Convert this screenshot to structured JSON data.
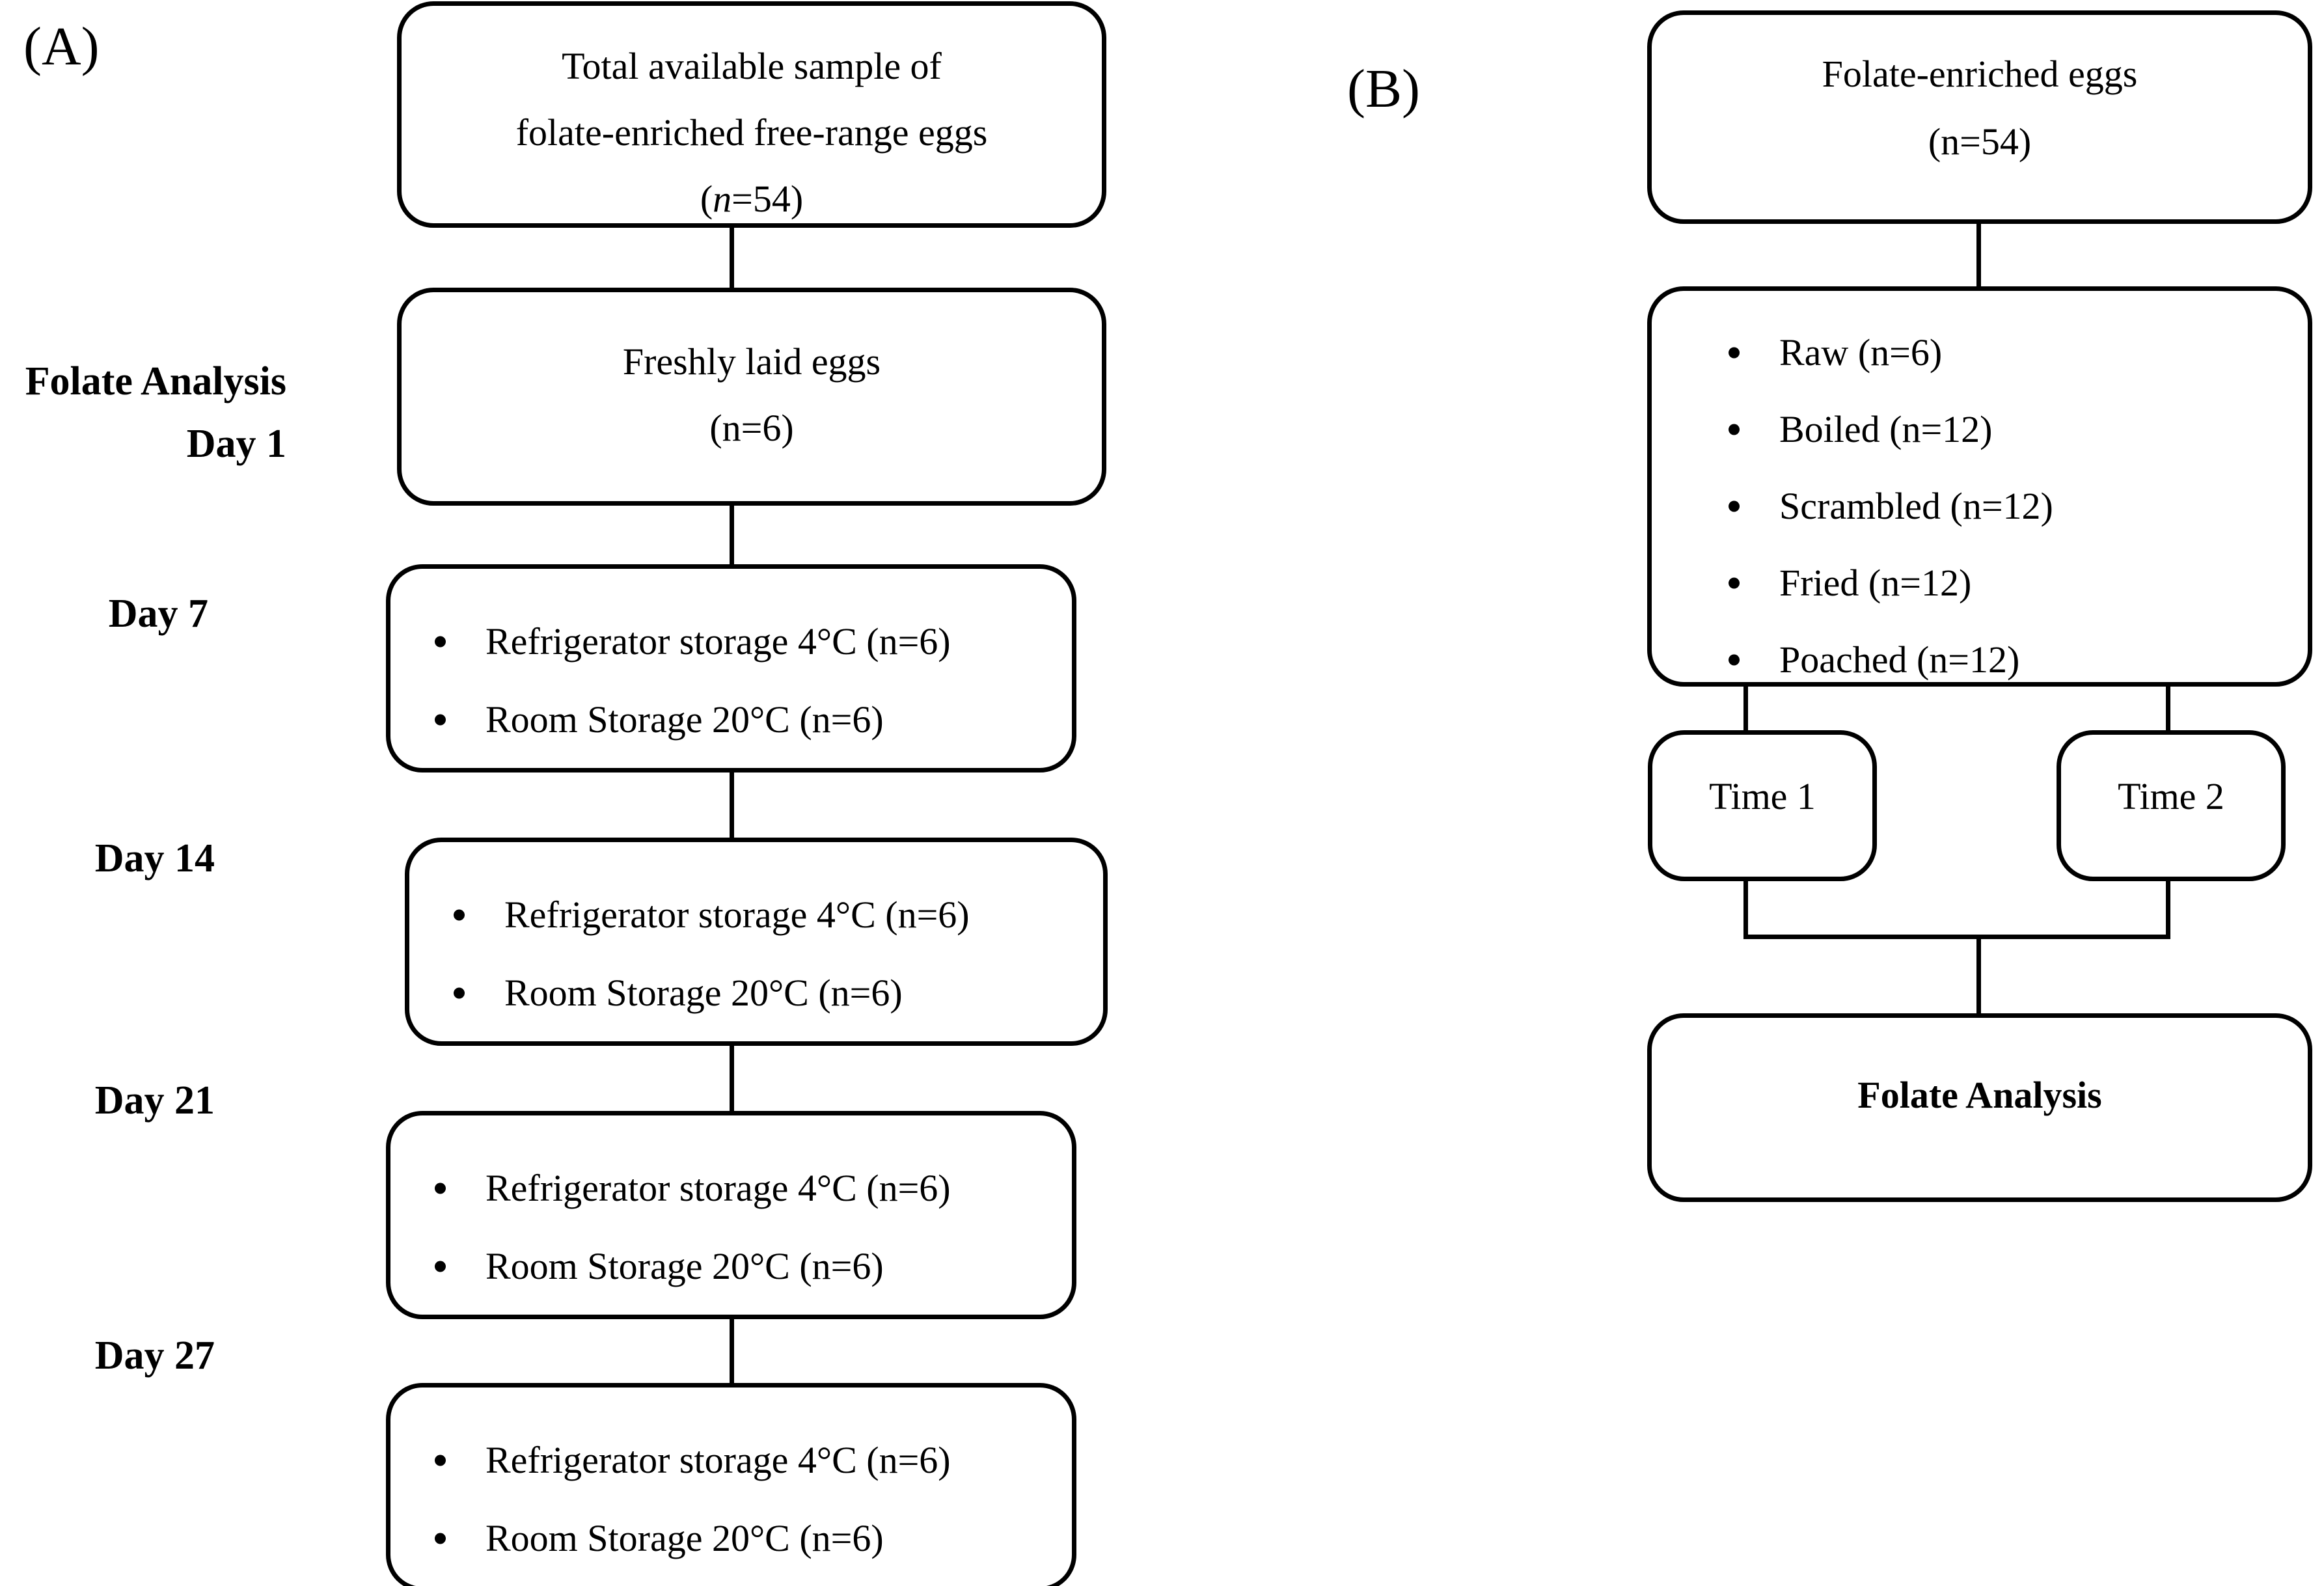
{
  "panels": {
    "a": {
      "label": "(A)",
      "side_labels": [
        {
          "line1": "Folate Analysis",
          "line2": "Day 1"
        },
        {
          "line1": "Day 7"
        },
        {
          "line1": "Day 14"
        },
        {
          "line1": "Day 21"
        },
        {
          "line1": "Day 27"
        }
      ],
      "boxes": {
        "total_sample": {
          "line1": "Total available sample of",
          "line2": "folate-enriched free-range eggs",
          "n_prefix": "(",
          "n_italic": "n",
          "n_suffix": "=54)"
        },
        "fresh": {
          "line1": "Freshly laid eggs",
          "line2": "(n=6)"
        },
        "storage_items": [
          "Refrigerator storage 4°C (n=6)",
          "Room Storage 20°C (n=6)"
        ]
      }
    },
    "b": {
      "label": "(B)",
      "boxes": {
        "eggs": {
          "line1": "Folate-enriched eggs",
          "line2": "(n=54)"
        },
        "methods": [
          "Raw (n=6)",
          "Boiled (n=12)",
          "Scrambled (n=12)",
          "Fried (n=12)",
          "Poached (n=12)"
        ],
        "time1": "Time 1",
        "time2": "Time 2",
        "analysis": "Folate Analysis"
      }
    }
  },
  "colors": {
    "stroke": "#000000",
    "background": "#ffffff",
    "text": "#000000"
  }
}
